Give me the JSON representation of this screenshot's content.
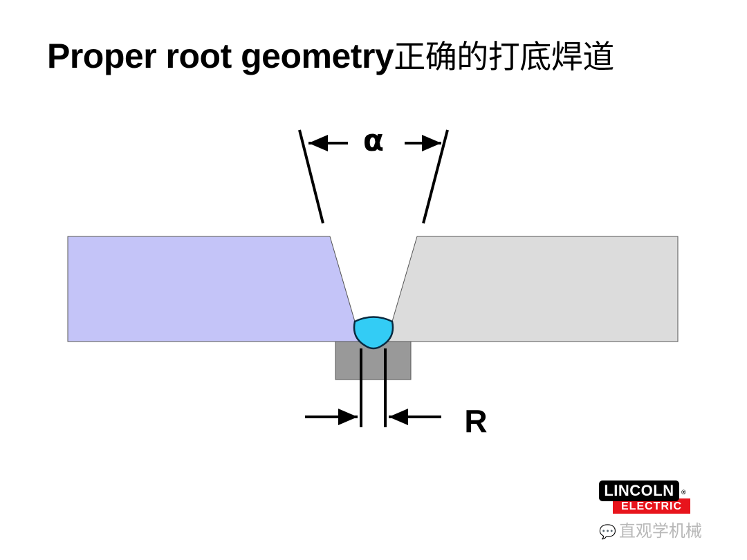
{
  "title": {
    "en": "Proper root geometry",
    "cn": "正确的打底焊道"
  },
  "diagram": {
    "angle_label": "α",
    "gap_label": "R",
    "colors": {
      "left_plate": "#c4c4f8",
      "right_plate": "#dcdcdc",
      "backing": "#999999",
      "weld": "#33ccf5"
    }
  },
  "logo": {
    "top": "LINCOLN",
    "bottom": "ELECTRIC",
    "reg": "®"
  },
  "watermark": {
    "text": "直观学机械",
    "icon": "wechat-icon"
  }
}
